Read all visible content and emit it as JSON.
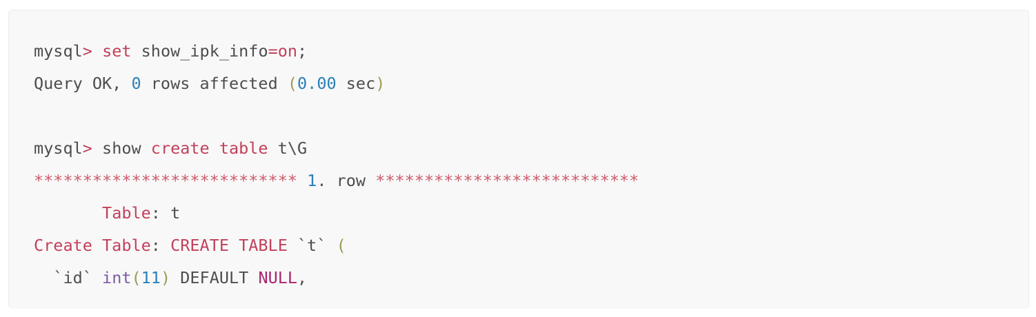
{
  "code_block": {
    "language": "mysql",
    "background_color": "#f8f8f8",
    "border_color": "#ececec",
    "colors": {
      "plain": "#4d4d4d",
      "keyword": "#c2405a",
      "number": "#2a7fb8",
      "paren": "#9b9b52",
      "type": "#7c5ba8",
      "null": "#a8246b",
      "star": "#cb5b6b"
    },
    "lines": [
      {
        "id": "line-1",
        "tokens": [
          {
            "text": "mysql",
            "kind": "plain"
          },
          {
            "text": ">",
            "kind": "keyword"
          },
          {
            "text": " ",
            "kind": "plain"
          },
          {
            "text": "set",
            "kind": "keyword"
          },
          {
            "text": " show_ipk_info",
            "kind": "plain"
          },
          {
            "text": "=on",
            "kind": "keyword"
          },
          {
            "text": ";",
            "kind": "plain"
          }
        ]
      },
      {
        "id": "line-2",
        "tokens": [
          {
            "text": "Query OK, ",
            "kind": "plain"
          },
          {
            "text": "0",
            "kind": "number"
          },
          {
            "text": " rows affected ",
            "kind": "plain"
          },
          {
            "text": "(",
            "kind": "paren"
          },
          {
            "text": "0.00",
            "kind": "number"
          },
          {
            "text": " sec",
            "kind": "plain"
          },
          {
            "text": ")",
            "kind": "paren"
          }
        ]
      },
      {
        "id": "line-3",
        "tokens": []
      },
      {
        "id": "line-4",
        "tokens": [
          {
            "text": "mysql",
            "kind": "plain"
          },
          {
            "text": ">",
            "kind": "keyword"
          },
          {
            "text": " show ",
            "kind": "plain"
          },
          {
            "text": "create table",
            "kind": "keyword"
          },
          {
            "text": " t\\G",
            "kind": "plain"
          }
        ]
      },
      {
        "id": "line-5",
        "tokens": [
          {
            "text": "***************************",
            "kind": "star"
          },
          {
            "text": " ",
            "kind": "plain"
          },
          {
            "text": "1",
            "kind": "number"
          },
          {
            "text": ". row ",
            "kind": "plain"
          },
          {
            "text": "***************************",
            "kind": "star"
          }
        ]
      },
      {
        "id": "line-6",
        "tokens": [
          {
            "text": "       ",
            "kind": "plain"
          },
          {
            "text": "Table",
            "kind": "keyword"
          },
          {
            "text": ": t",
            "kind": "plain"
          }
        ]
      },
      {
        "id": "line-7",
        "tokens": [
          {
            "text": "Create Table",
            "kind": "keyword"
          },
          {
            "text": ": ",
            "kind": "plain"
          },
          {
            "text": "CREATE TABLE",
            "kind": "keyword"
          },
          {
            "text": " `t` ",
            "kind": "plain"
          },
          {
            "text": "(",
            "kind": "paren"
          }
        ]
      },
      {
        "id": "line-8",
        "tokens": [
          {
            "text": "  `id` ",
            "kind": "plain"
          },
          {
            "text": "int",
            "kind": "type"
          },
          {
            "text": "(",
            "kind": "paren"
          },
          {
            "text": "11",
            "kind": "number"
          },
          {
            "text": ")",
            "kind": "paren"
          },
          {
            "text": " DEFAULT ",
            "kind": "plain"
          },
          {
            "text": "NULL",
            "kind": "null"
          },
          {
            "text": ",",
            "kind": "plain"
          }
        ]
      }
    ]
  }
}
